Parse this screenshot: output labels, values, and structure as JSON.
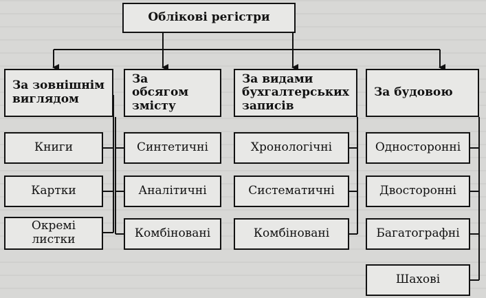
{
  "root": {
    "label": "Облікові регістри"
  },
  "categories": [
    {
      "title": "За зовнішнім виглядом",
      "items": [
        "Книги",
        "Картки",
        "Окремі листки"
      ]
    },
    {
      "title": "За обсягом змісту",
      "items": [
        "Синтетичні",
        "Аналітичні",
        "Комбіновані"
      ]
    },
    {
      "title": "За видами бухгалтерських записів",
      "items": [
        "Хронологічні",
        "Систематичні",
        "Комбіновані"
      ]
    },
    {
      "title": "За будовою",
      "items": [
        "Односторонні",
        "Двосторонні",
        "Багатографні",
        "Шахові"
      ]
    }
  ]
}
